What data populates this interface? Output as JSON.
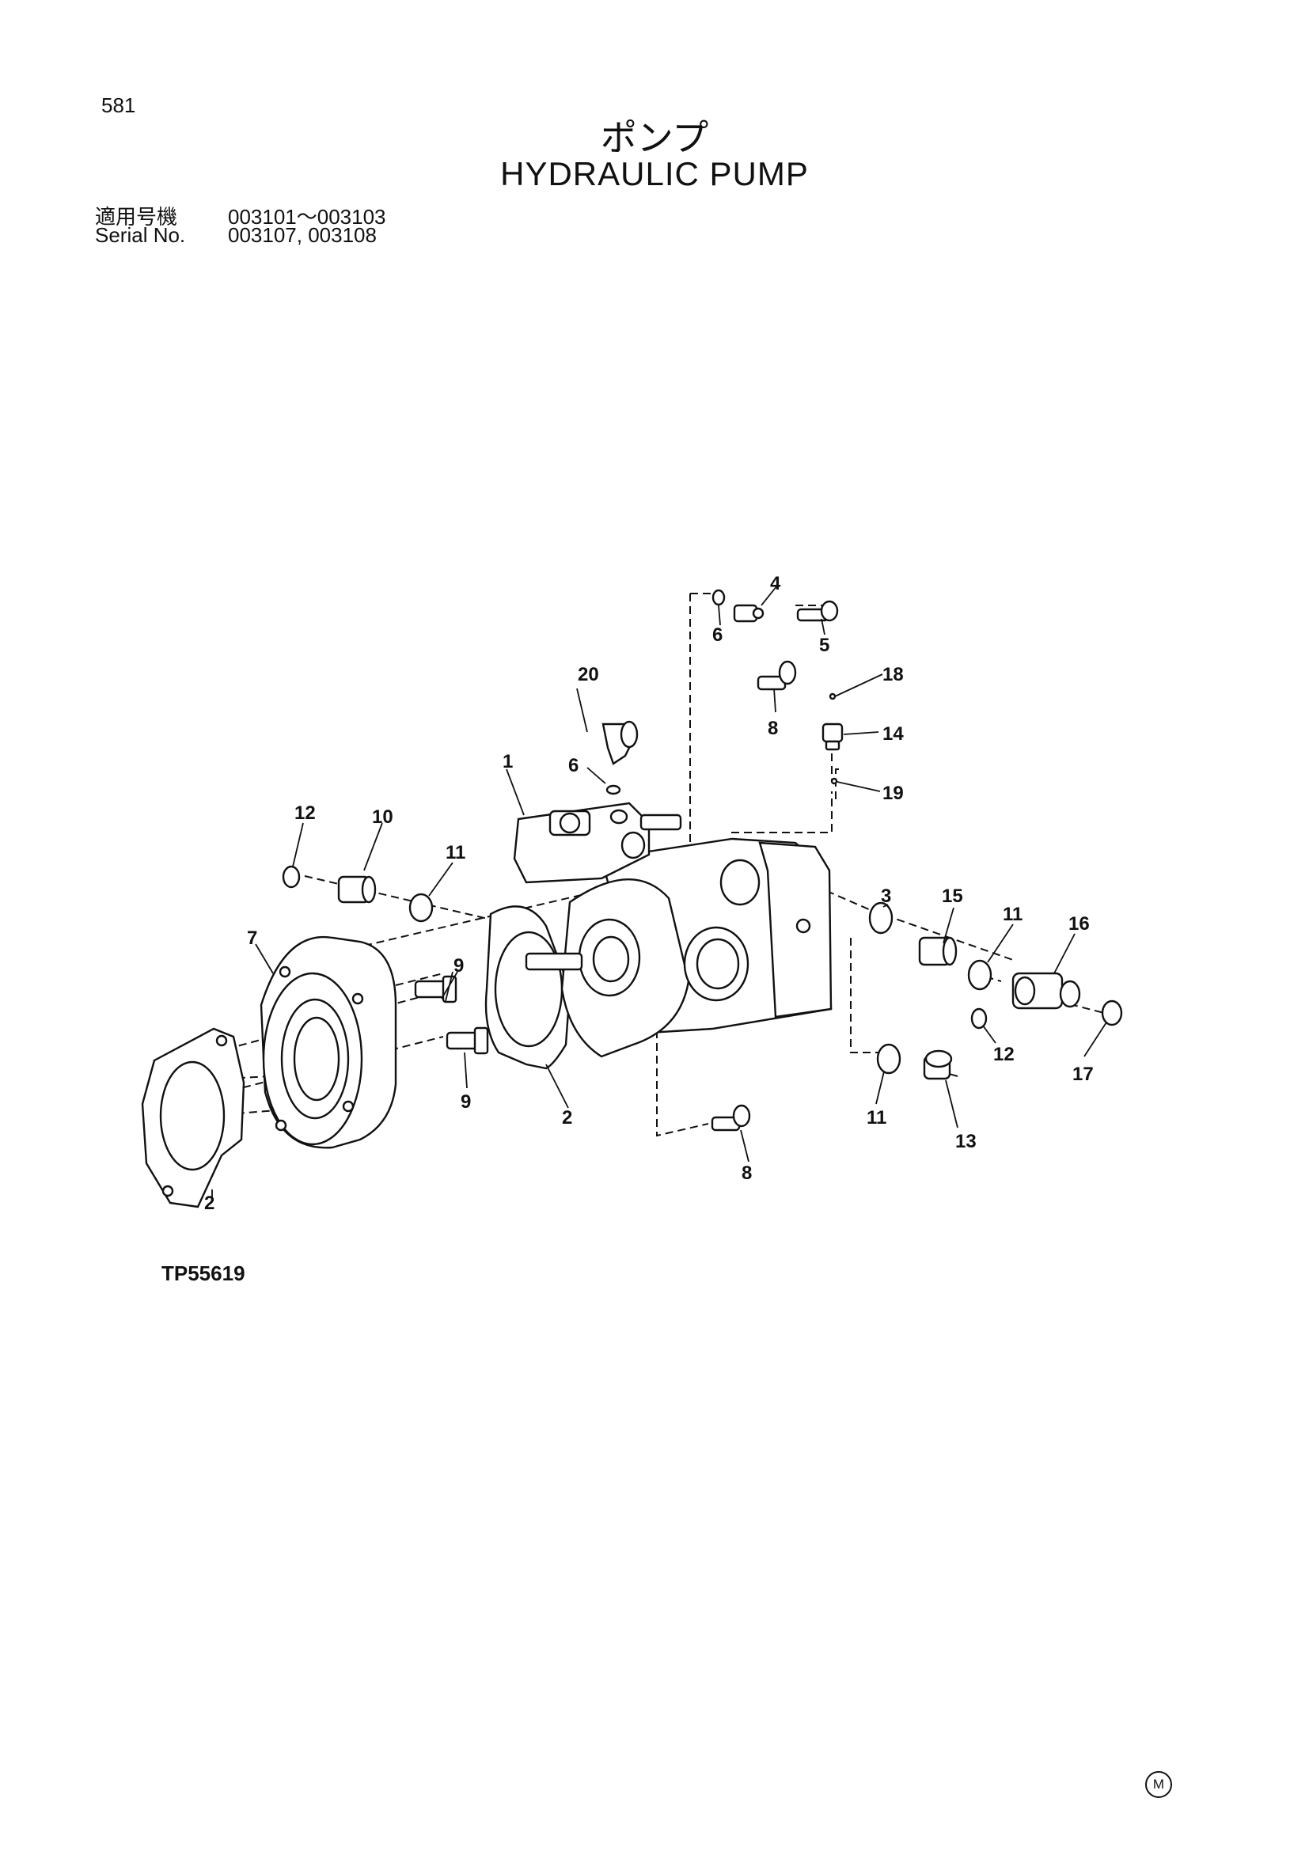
{
  "page_number": "581",
  "title_jp": "ポンプ",
  "title_en": "HYDRAULIC PUMP",
  "serial": [
    {
      "label": "適用号機",
      "value": "003101～003103"
    },
    {
      "label": "Serial No.",
      "value": "003107, 003108"
    }
  ],
  "figure_code": "TP55619",
  "mark": "M",
  "callouts": {
    "c1": "1",
    "c2a": "2",
    "c2b": "2",
    "c3": "3",
    "c4": "4",
    "c5": "5",
    "c6a": "6",
    "c6b": "6",
    "c7": "7",
    "c8a": "8",
    "c8b": "8",
    "c9a": "9",
    "c9b": "9",
    "c10": "10",
    "c11a": "11",
    "c11b": "11",
    "c11c": "11",
    "c12a": "12",
    "c12b": "12",
    "c13": "13",
    "c14": "14",
    "c15": "15",
    "c16": "16",
    "c17": "17",
    "c18": "18",
    "c19": "19",
    "c20": "20"
  }
}
